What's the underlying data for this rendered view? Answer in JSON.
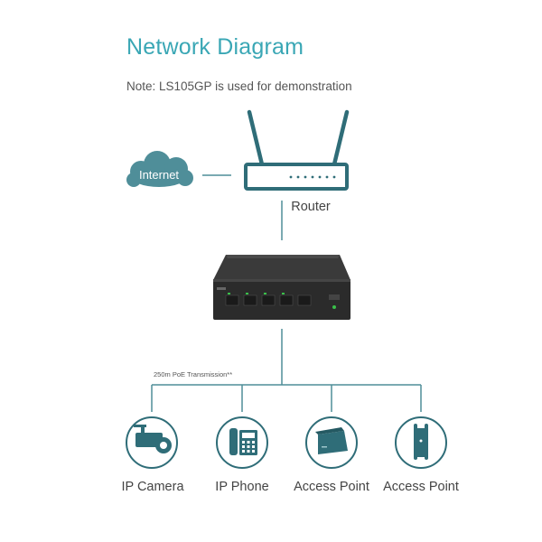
{
  "title": "Network Diagram",
  "note": "Note: LS105GP is used for demonstration",
  "nodes": {
    "internet": "Internet",
    "router": "Router",
    "ip_camera": "IP Camera",
    "ip_phone": "IP Phone",
    "access_point_1": "Access Point",
    "access_point_2": "Access Point"
  },
  "transmission_note": "250m PoE Transmission**",
  "colors": {
    "accent": "#3aa7b5",
    "device_dark": "#2f6d78",
    "cloud": "#4f8e99",
    "line": "#4f8e99"
  },
  "icons": [
    "cloud-icon",
    "router-icon",
    "switch-icon",
    "camera-icon",
    "phone-icon",
    "access-point-icon",
    "outdoor-antenna-icon"
  ]
}
